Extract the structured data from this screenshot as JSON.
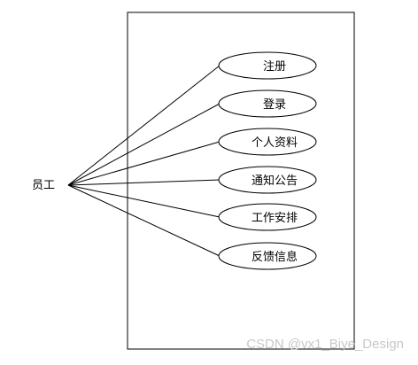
{
  "actor": {
    "label": "员工"
  },
  "use_cases": [
    {
      "label": "注册"
    },
    {
      "label": "登录"
    },
    {
      "label": "个人资料"
    },
    {
      "label": "通知公告"
    },
    {
      "label": "工作安排"
    },
    {
      "label": "反馈信息"
    }
  ],
  "watermark": "CSDN @vx1_Biye_Design",
  "colors": {
    "stroke": "#000000",
    "text": "#000000",
    "watermark": "#c8c8c8"
  }
}
